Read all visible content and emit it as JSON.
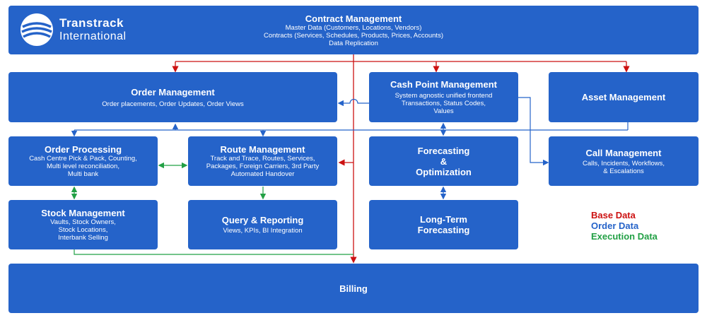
{
  "logo": {
    "line1": "Transtrack",
    "line2": "International"
  },
  "boxes": {
    "contract": {
      "title": "Contract Management",
      "lines": [
        "Master Data (Customers, Locations, Vendors)",
        "Contracts (Services, Schedules, Products, Prices, Accounts)",
        "Data Replication"
      ]
    },
    "order_mgmt": {
      "title": "Order Management",
      "lines": [
        "Order placements, Order Updates, Order Views"
      ]
    },
    "cash_point": {
      "title": "Cash Point Management",
      "lines": [
        "System agnostic unified frontend",
        "Transactions, Status Codes,",
        "Values"
      ]
    },
    "asset": {
      "title": "Asset Management"
    },
    "order_proc": {
      "title": "Order Processing",
      "lines": [
        "Cash Centre Pick & Pack, Counting,",
        "Multi level reconciliation,",
        "Multi bank"
      ]
    },
    "route": {
      "title": "Route Management",
      "lines": [
        "Track and Trace, Routes, Services,",
        "Packages, Foreign Carriers, 3rd Party",
        "Automated Handover"
      ]
    },
    "forecasting": {
      "title_lines": [
        "Forecasting",
        "&",
        "Optimization"
      ]
    },
    "call": {
      "title": "Call Management",
      "lines": [
        "Calls, Incidents, Workflows,",
        "& Escalations"
      ]
    },
    "stock": {
      "title": "Stock Management",
      "lines": [
        "Vaults, Stock Owners,",
        "Stock Locations,",
        "Interbank Selling"
      ]
    },
    "query": {
      "title": "Query & Reporting",
      "lines": [
        "Views, KPIs, BI Integration"
      ]
    },
    "longterm": {
      "title_lines": [
        "Long-Term",
        "Forecasting"
      ]
    },
    "billing": {
      "title": "Billing"
    }
  },
  "legend": {
    "base": {
      "label": "Base Data",
      "color": "#cc1111"
    },
    "order": {
      "label": "Order Data",
      "color": "#2563c9"
    },
    "execution": {
      "label": "Execution Data",
      "color": "#22a045"
    }
  },
  "colors": {
    "box": "#2563c9"
  }
}
